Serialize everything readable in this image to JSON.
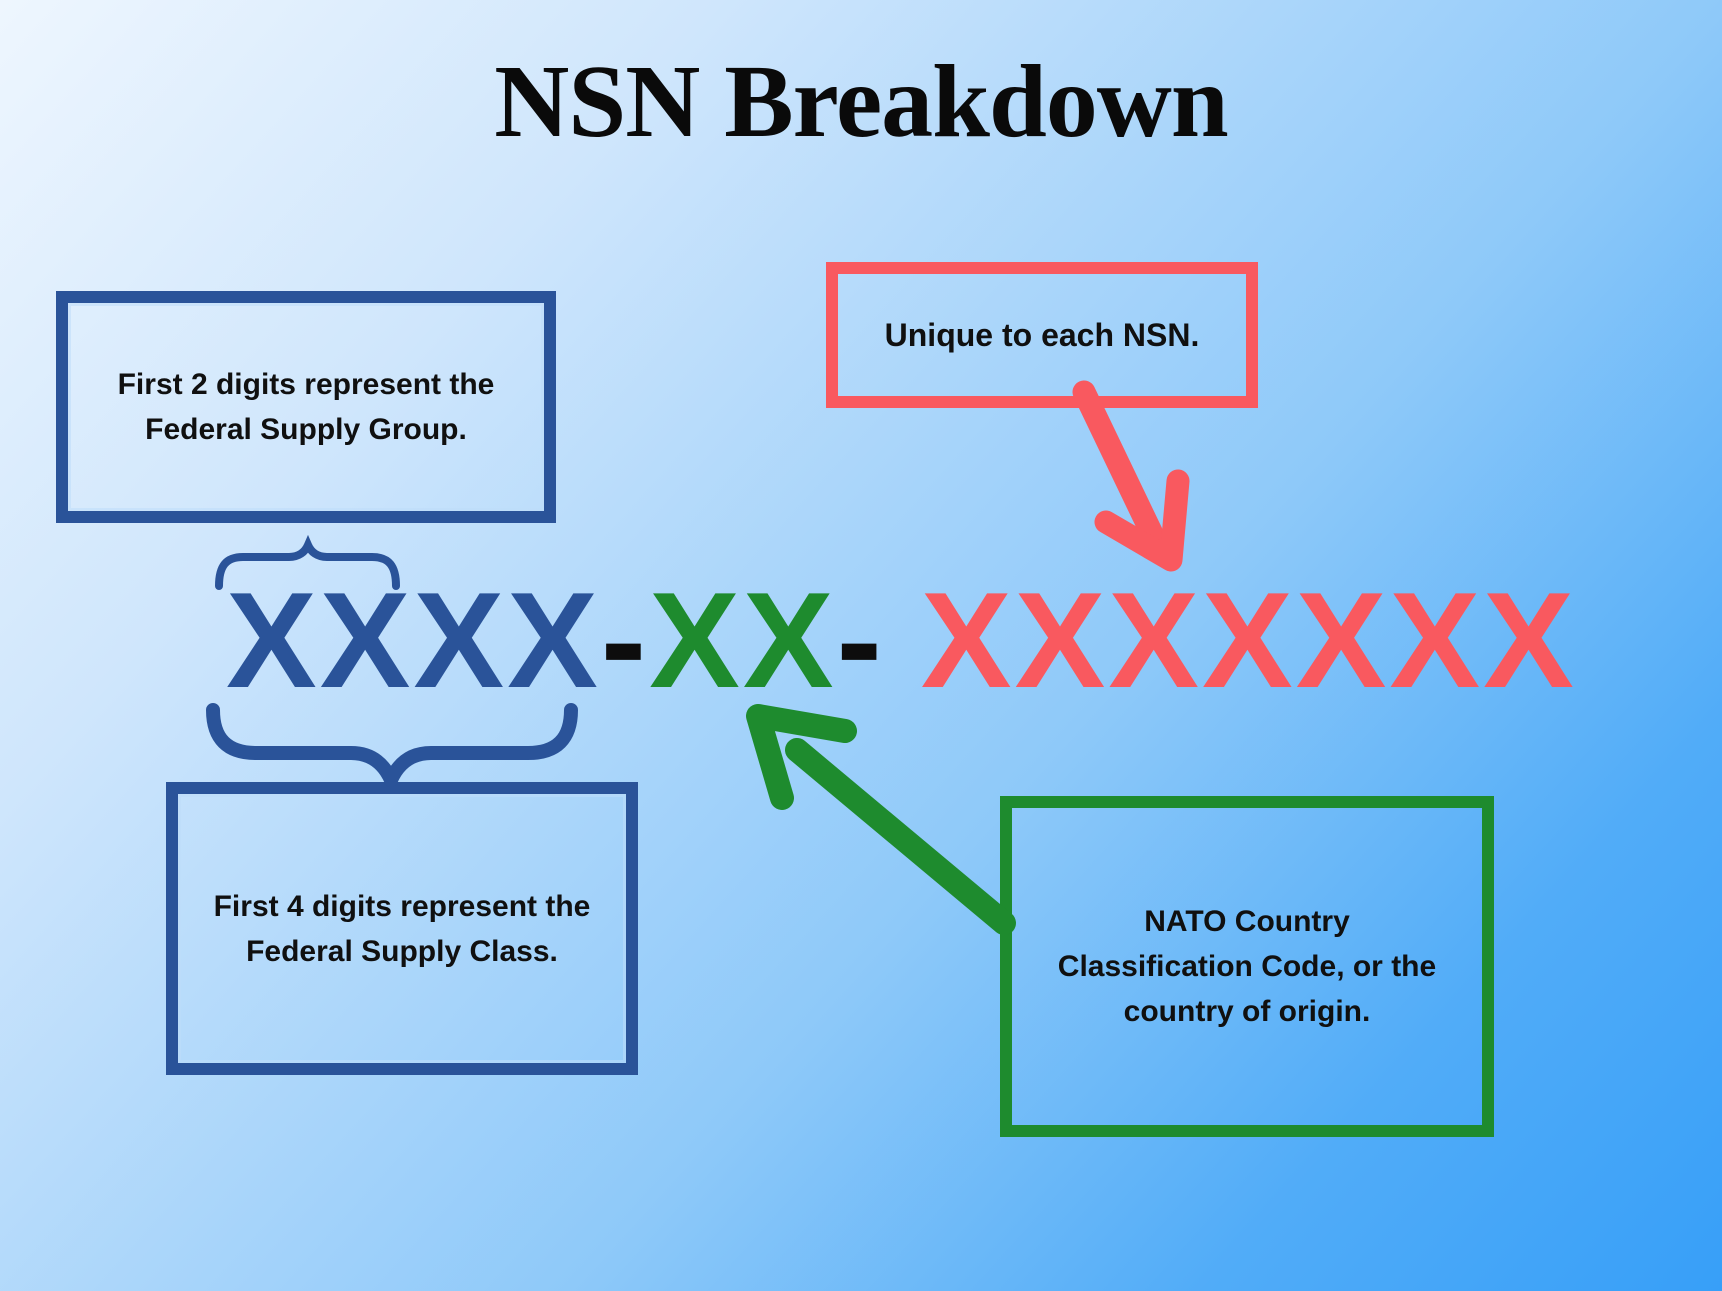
{
  "title": "NSN Breakdown",
  "code": {
    "fsg": "XXXX",
    "dash1": "-",
    "ncb": "XX",
    "dash2": "-",
    "serial": "XXXXXXX",
    "full_display": "XXXX-XX- XXXXXXX"
  },
  "callouts": {
    "fsg": {
      "text": "First 2 digits represent the Federal Supply Group.",
      "lines": [
        "First 2 digits represent the",
        "Federal Supply Group."
      ]
    },
    "unique": {
      "text": "Unique to each NSN.",
      "lines": [
        "Unique to each NSN."
      ]
    },
    "fsc": {
      "text": "First 4 digits represent the Federal Supply Class.",
      "lines": [
        "First 4 digits represent the",
        "Federal Supply Class."
      ]
    },
    "nato": {
      "text": "NATO Country Classification Code, or the country of origin.",
      "lines": [
        "NATO Country",
        "Classification Code, or the",
        "country of origin."
      ]
    }
  },
  "colors": {
    "background_top_left": "#eef6fe",
    "background_bottom_right": "#379ff8",
    "navy_blue": "#2a5399",
    "green": "#1e8b2e",
    "salmon_red": "#f9595f",
    "dash_black": "#0d0d0d",
    "text_black": "#101010"
  }
}
